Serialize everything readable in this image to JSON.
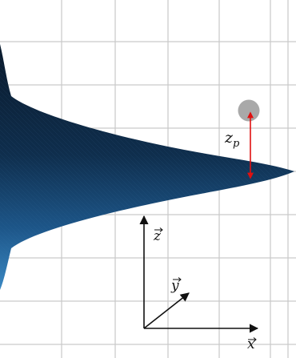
{
  "labels": {
    "zp_main": "z",
    "zp_sub": "p",
    "axis_z": "z",
    "axis_y": "y",
    "axis_x": "x"
  },
  "colors": {
    "background": "#ffffff",
    "grid": "#c9c9c9",
    "surface_dark": "#0b1e33",
    "surface_mid": "#1b4a78",
    "surface_light": "#3a86c2",
    "particle": "#a9a9a9",
    "distance_arrow": "#e01010",
    "axes": "#111111"
  },
  "icons": {
    "particle": "circle",
    "vector_arrow": "right-arrow-accent"
  }
}
